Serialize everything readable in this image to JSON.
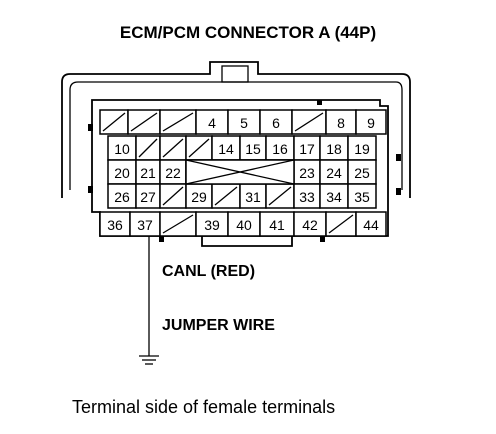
{
  "title": "ECM/PCM CONNECTOR A (44P)",
  "wire_label": "CANL (RED)",
  "jumper_label": "JUMPER WIRE",
  "caption": "Terminal side of female terminals",
  "rows": [
    [
      "",
      "",
      "",
      "4",
      "5",
      "6",
      "",
      "8",
      "9"
    ],
    [
      "10",
      "",
      "",
      "",
      "14",
      "15",
      "16",
      "17",
      "18",
      "19"
    ],
    [
      "20",
      "21",
      "22",
      "",
      "",
      "",
      "",
      "23",
      "24",
      "25"
    ],
    [
      "26",
      "27",
      "",
      "29",
      "",
      "31",
      "",
      "33",
      "34",
      "35"
    ],
    [
      "36",
      "37",
      "",
      "39",
      "40",
      "41",
      "42",
      "",
      "44"
    ]
  ]
}
